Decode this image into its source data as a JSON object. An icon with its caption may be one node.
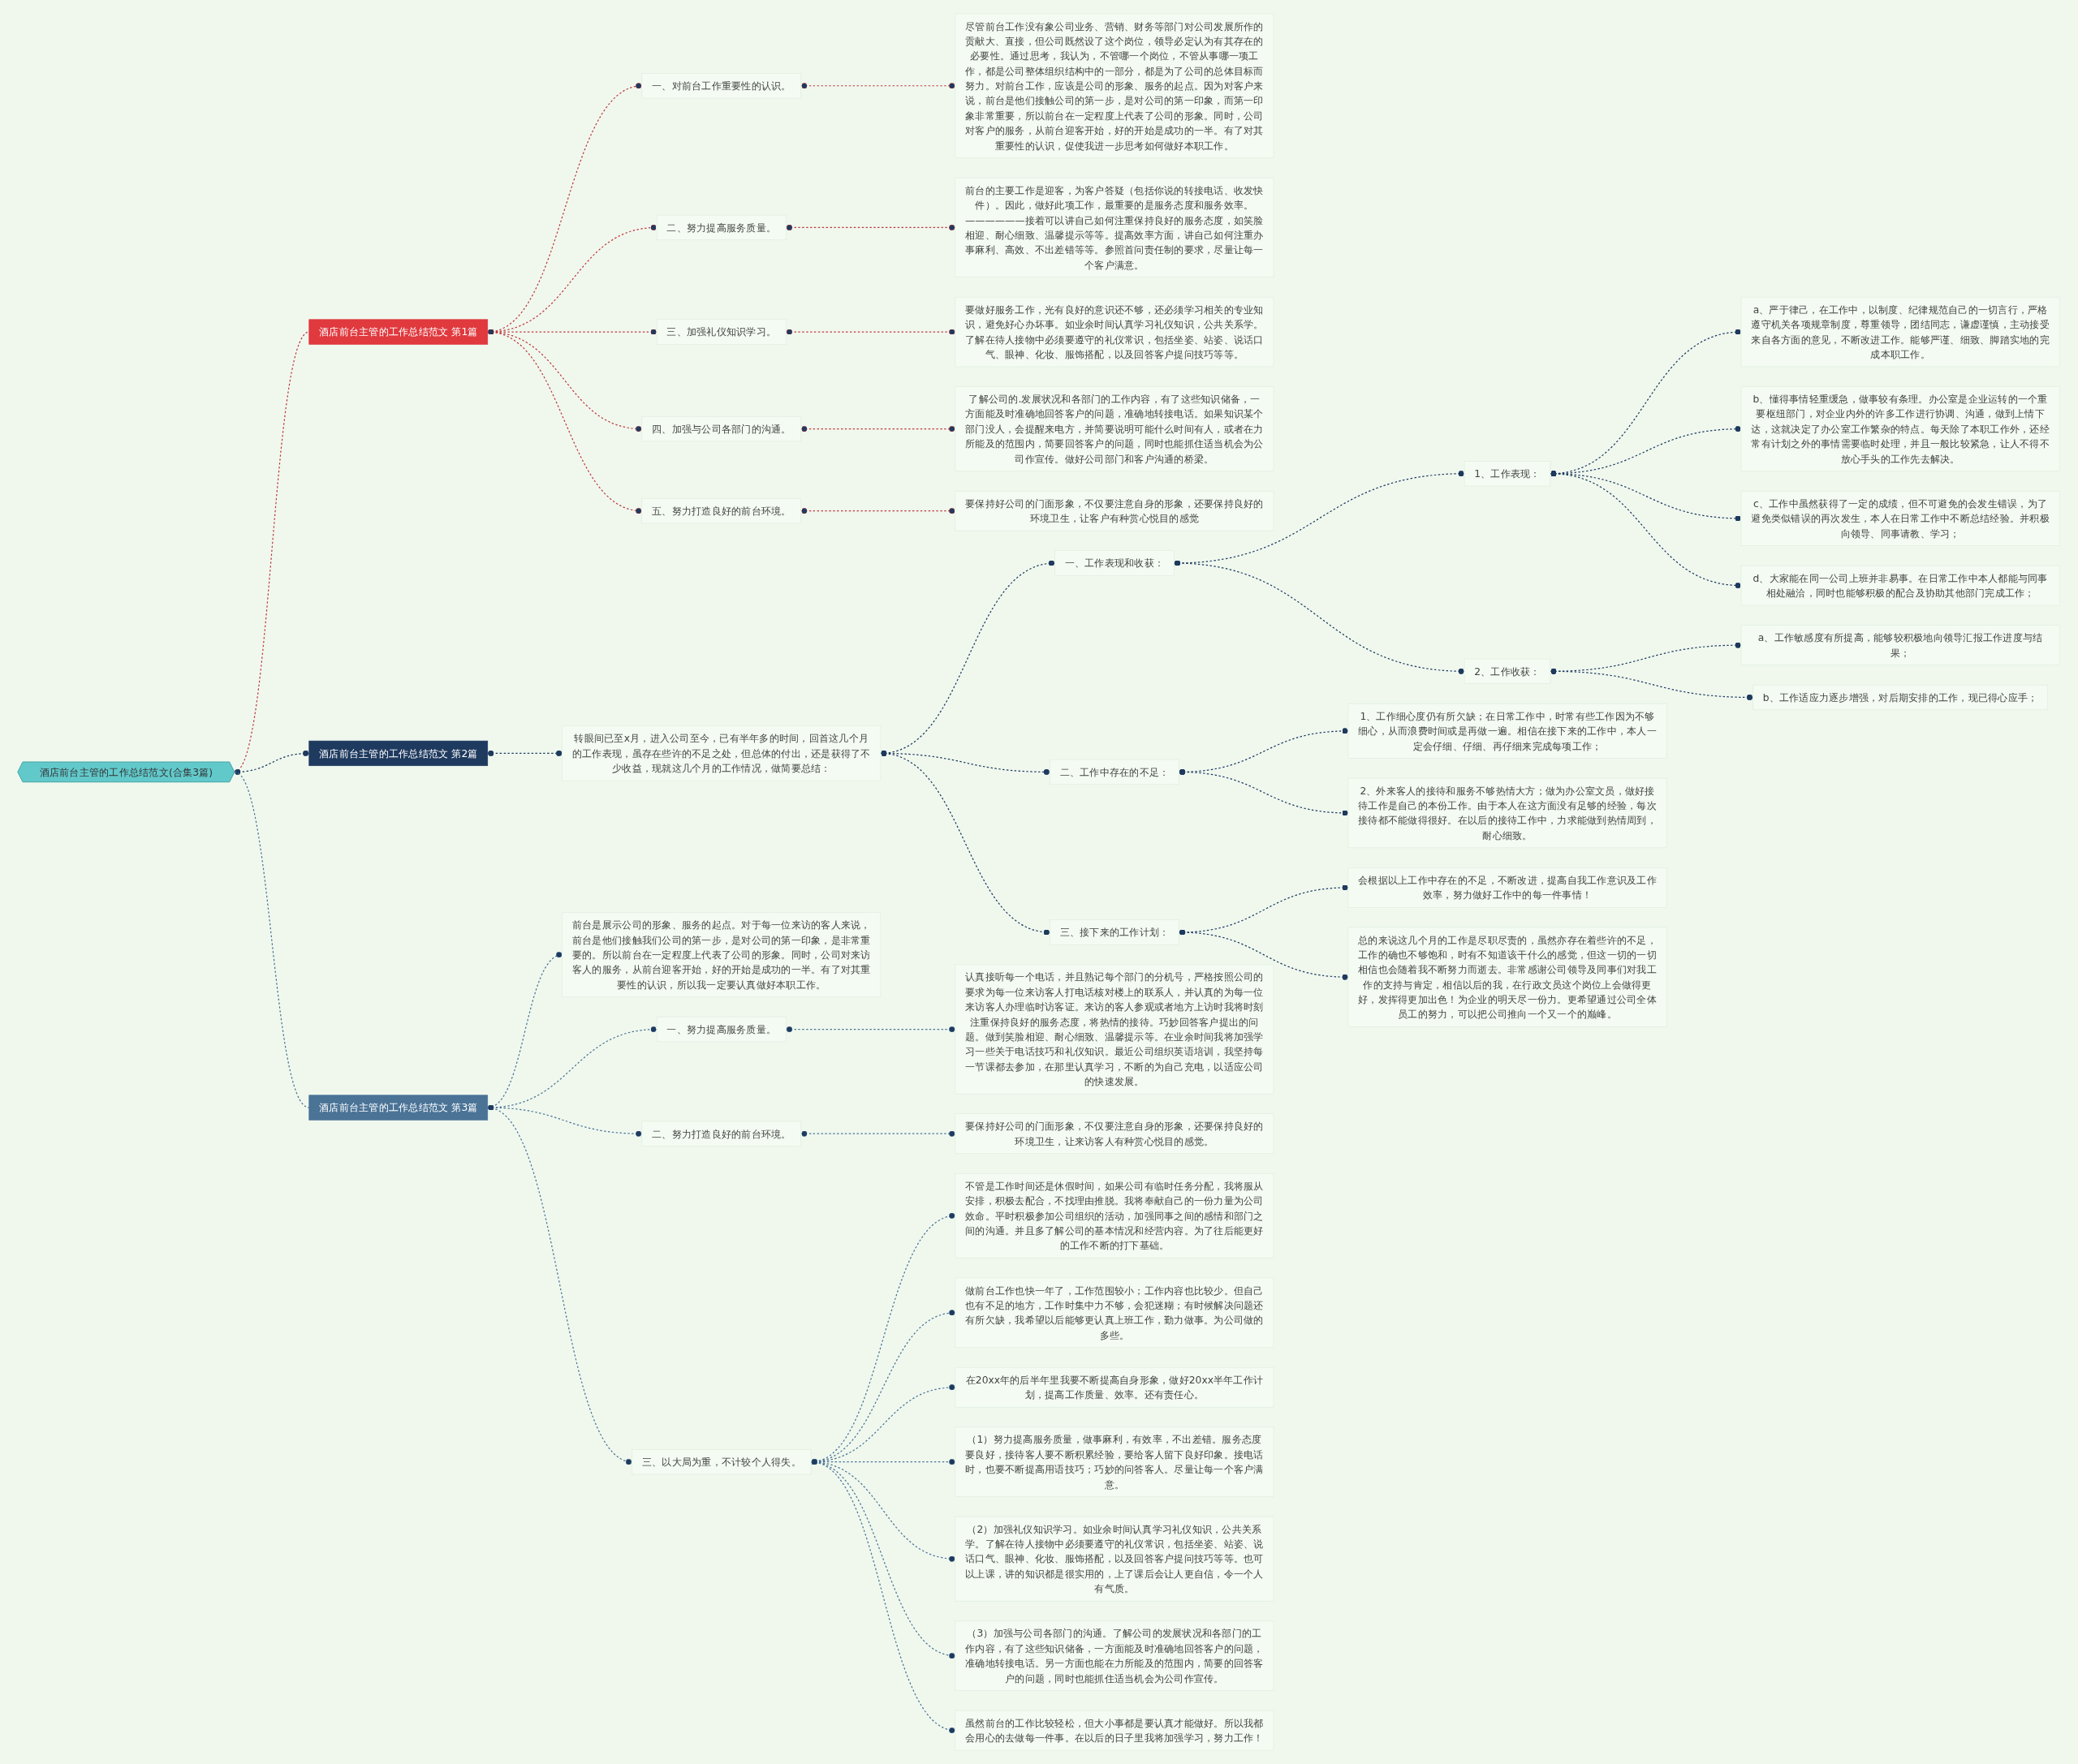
{
  "diagram": {
    "nodes": [
      {
        "text": [
          "酒店前台主管的工作总结范文(合集3篇)"
        ]
      },
      {
        "text": [
          "酒店前台主管的工作总结范文 第1篇"
        ]
      },
      {
        "text": [
          "一、对前台工作重要性的认识。"
        ]
      },
      {
        "text": [
          "尽管前台工作没有象公司业务、营销、财务等部门对公司发展所作的贡献大、直接，但公司既然设了这个岗位，领导必定认为有其存在的必要性。通过思考，我认为，不管哪一个岗位，不管从事哪一项工作，都是公司整体组织结构中的一部分，都是为了公司的总体目标而努力。对前台工作，应该是公司的形象、服务的起点。因为对客户来说，前台是他们接触公司的第一步，是对公司的第一印象，而第一印象非常重要，所以前台在一定程度上代表了公司的形象。同时，公司对客户的服务，从前台迎客开始，好的开始是成功的一半。有了对其重要性的认识，促使我进一步思考如何做好本职工作。"
        ]
      },
      {
        "text": [
          "二、努力提高服务质量。"
        ]
      },
      {
        "text": [
          "前台的主要工作是迎客，为客户答疑（包括你说的转接电话、收发快件）。因此，做好此项工作，最重要的是服务态度和服务效率。——————接着可以讲自己如何注重保持良好的服务态度，如笑脸相迎、耐心细致、温馨提示等等。提高效率方面，讲自己如何注重办事麻利、高效、不出差错等等。参照首问责任制的要求，尽量让每一个客户满意。"
        ]
      },
      {
        "text": [
          "三、加强礼仪知识学习。"
        ]
      },
      {
        "text": [
          "要做好服务工作，光有良好的意识还不够，还必须学习相关的专业知识，避免好心办坏事。如业余时间认真学习礼仪知识，公共关系学。了解在待人接物中必须要遵守的礼仪常识，包括坐姿、站姿、说话口气、眼神、化妆、服饰搭配，以及回答客户提问技巧等等。"
        ]
      },
      {
        "text": [
          "四、加强与公司各部门的沟通。"
        ]
      },
      {
        "text": [
          "了解公司的.发展状况和各部门的工作内容，有了这些知识储备，一方面能及时准确地回答客户的问题，准确地转接电话。如果知识某个部门没人，会提醒来电方，并简要说明可能什么时间有人，或者在力所能及的范围内，简要回答客户的问题，同时也能抓住适当机会为公司作宣传。做好公司部门和客户沟通的桥梁。"
        ]
      },
      {
        "text": [
          "五、努力打造良好的前台环境。"
        ]
      },
      {
        "text": [
          "要保持好公司的门面形象，不仅要注意自身的形象，还要保持良好的环境卫生，让客户有种赏心悦目的感觉"
        ]
      },
      {
        "text": [
          "酒店前台主管的工作总结范文 第2篇"
        ]
      },
      {
        "text": [
          "转眼间已至x月，进入公司至今，已有半年多的时间，回首这几个月的工作表现，虽存在些许的不足之处，但总体的付出，还是获得了不少收益，现就这几个月的工作情况，做简要总结："
        ]
      },
      {
        "text": [
          "一、工作表现和收获："
        ]
      },
      {
        "text": [
          "1、工作表现："
        ]
      },
      {
        "text": [
          "a、严于律己，在工作中，以制度、纪律规范自己的一切言行，严格遵守机关各项规章制度，尊重领导，团结同志，谦虚谨慎，主动接受来自各方面的意见，不断改进工作。能够严谨、细致、脚踏实地的完成本职工作。"
        ]
      },
      {
        "text": [
          "b、懂得事情轻重缓急，做事较有条理。办公室是企业运转的一个重要枢纽部门，对企业内外的许多工作进行协调、沟通，做到上情下达，这就决定了办公室工作繁杂的特点。每天除了本职工作外，还经常有计划之外的事情需要临时处理，并且一般比较紧急，让人不得不放心手头的工作先去解决。"
        ]
      },
      {
        "text": [
          "c、工作中虽然获得了一定的成绩，但不可避免的会发生错误，为了避免类似错误的再次发生，本人在日常工作中不断总结经验。并积极向领导、同事请教、学习；"
        ]
      },
      {
        "text": [
          "d、大家能在同一公司上班并非易事。在日常工作中本人都能与同事相处融洽，同时也能够积极的配合及协助其他部门完成工作；"
        ]
      },
      {
        "text": [
          "2、工作收获："
        ]
      },
      {
        "text": [
          "a、工作敏感度有所提高，能够较积极地向领导汇报工作进度与结果；"
        ]
      },
      {
        "text": [
          "b、工作适应力逐步增强，对后期安排的工作，现已得心应手；"
        ]
      },
      {
        "text": [
          "二、工作中存在的不足："
        ]
      },
      {
        "text": [
          "1、工作细心度仍有所欠缺；在日常工作中，时常有些工作因为不够细心，从而浪费时间或是再做一遍。相信在接下来的工作中，本人一定会仔细、仔细、再仔细来完成每项工作；"
        ]
      },
      {
        "text": [
          "2、外来客人的接待和服务不够热情大方；做为办公室文员，做好接待工作是自己的本份工作。由于本人在这方面没有足够的经验，每次接待都不能做得很好。在以后的接待工作中，力求能做到热情周到，耐心细致。"
        ]
      },
      {
        "text": [
          "三、接下来的工作计划："
        ]
      },
      {
        "text": [
          "会根据以上工作中存在的不足，不断改进，提高自我工作意识及工作效率，努力做好工作中的每一件事情！"
        ]
      },
      {
        "text": [
          "总的来说这几个月的工作是尽职尽责的，虽然亦存在着些许的不足，工作的确也不够饱和，时有不知道该干什么的感觉，但这一切的一切相信也会随着我不断努力而逝去。非常感谢公司领导及同事们对我工作的支持与肯定，相信以后的我，在行政文员这个岗位上会做得更好，发挥得更加出色！为企业的明天尽一份力。更希望通过公司全体员工的努力，可以把公司推向一个又一个的巅峰。"
        ]
      },
      {
        "text": [
          "酒店前台主管的工作总结范文 第3篇"
        ]
      },
      {
        "text": [
          "前台是展示公司的形象、服务的起点。对于每一位来访的客人来说，前台是他们接触我们公司的第一步，是对公司的第一印象，是非常重要的。所以前台在一定程度上代表了公司的形象。同时，公司对来访客人的服务，从前台迎客开始，好的开始是成功的一半。有了对其重要性的认识，所以我一定要认真做好本职工作。"
        ]
      },
      {
        "text": [
          "一、努力提高服务质量。"
        ]
      },
      {
        "text": [
          "认真接听每一个电话，并且熟记每个部门的分机号，严格按照公司的要求为每一位来访客人打电话核对楼上的联系人，并认真的为每一位来访客人办理临时访客证。来访的客人参观或者地方上访时我将时刻注重保持良好的服务态度，将热情的接待。巧妙回答客户提出的问题。做到笑脸相迎、耐心细致、温馨提示等。在业余时间我将加强学习一些关于电话技巧和礼仪知识。最近公司组织英语培训，我坚持每一节课都去参加，在那里认真学习，不断的为自己充电，以适应公司的快速发展。"
        ]
      },
      {
        "text": [
          "二、努力打造良好的前台环境。"
        ]
      },
      {
        "text": [
          "要保持好公司的门面形象，不仅要注意自身的形象，还要保持良好的环境卫生，让来访客人有种赏心悦目的感觉。"
        ]
      },
      {
        "text": [
          "三、以大局为重，不计较个人得失。"
        ]
      },
      {
        "text": [
          "不管是工作时间还是休假时间，如果公司有临时任务分配，我将服从安排，积极去配合，不找理由推脱。我将奉献自己的一份力量为公司效命。平时积极参加公司组织的活动，加强同事之间的感情和部门之间的沟通。并且多了解公司的基本情况和经营内容。为了往后能更好的工作不断的打下基础。"
        ]
      },
      {
        "text": [
          "做前台工作也快一年了，工作范围较小；工作内容也比较少。但自己也有不足的地方，工作时集中力不够，会犯迷糊；有时候解决问题还有所欠缺，我希望以后能够更认真上班工作，勤力做事。为公司做的多些。"
        ]
      },
      {
        "text": [
          "在20xx年的后半年里我要不断提高自身形象，做好20xx半年工作计划，提高工作质量、效率。还有责任心。"
        ]
      },
      {
        "text": [
          "（1）努力提高服务质量，做事麻利，有效率，不出差错。服务态度要良好，接待客人要不断积累经验，要给客人留下良好印象。接电话时，也要不断提高用语技巧；巧妙的问答客人。尽量让每一个客户满意。"
        ]
      },
      {
        "text": [
          "（2）加强礼仪知识学习。如业余时间认真学习礼仪知识，公共关系学。了解在待人接物中必须要遵守的礼仪常识，包括坐姿、站姿、说话口气、眼神、化妆、服饰搭配，以及回答客户提问技巧等等。也可以上课，讲的知识都是很实用的，上了课后会让人更自信，令一个人有气质。"
        ]
      },
      {
        "text": [
          "（3）加强与公司各部门的沟通。了解公司的发展状况和各部门的工作内容，有了这些知识储备，一方面能及时准确地回答客户的问题，准确地转接电话。另一方面也能在力所能及的范围内，简要的回答客户的问题，同时也能抓住适当机会为公司作宣传。"
        ]
      },
      {
        "text": [
          "虽然前台的工作比较轻松，但大小事都是要认真才能做好。所以我都会用心的去做每一件事。在以后的日子里我将加强学习，努力工作！"
        ]
      }
    ],
    "edges": [
      {
        "from": 0,
        "to": 1,
        "arrow": "none",
        "style": "dashed",
        "color": "#c0393e"
      },
      {
        "from": 1,
        "to": 2,
        "arrow": "other",
        "style": "dashed",
        "color": "#c0393e"
      },
      {
        "from": 2,
        "to": 3,
        "arrow": "other",
        "style": "dashed",
        "color": "#c0393e"
      },
      {
        "from": 1,
        "to": 4,
        "arrow": "other",
        "style": "dashed",
        "color": "#c0393e"
      },
      {
        "from": 4,
        "to": 5,
        "arrow": "other",
        "style": "dashed",
        "color": "#c0393e"
      },
      {
        "from": 1,
        "to": 6,
        "arrow": "other",
        "style": "dashed",
        "color": "#c0393e"
      },
      {
        "from": 6,
        "to": 7,
        "arrow": "other",
        "style": "dashed",
        "color": "#c0393e"
      },
      {
        "from": 1,
        "to": 8,
        "arrow": "other",
        "style": "dashed",
        "color": "#c0393e"
      },
      {
        "from": 8,
        "to": 9,
        "arrow": "other",
        "style": "dashed",
        "color": "#c0393e"
      },
      {
        "from": 1,
        "to": 10,
        "arrow": "other",
        "style": "dashed",
        "color": "#c0393e"
      },
      {
        "from": 10,
        "to": 11,
        "arrow": "other",
        "style": "dashed",
        "color": "#c0393e"
      },
      {
        "from": 0,
        "to": 12,
        "arrow": "other",
        "style": "dashed"
      },
      {
        "from": 12,
        "to": 13,
        "arrow": "other",
        "style": "dashed"
      },
      {
        "from": 13,
        "to": 14,
        "arrow": "other",
        "style": "dashed"
      },
      {
        "from": 14,
        "to": 15,
        "arrow": "other",
        "style": "dashed"
      },
      {
        "from": 15,
        "to": 16,
        "arrow": "other",
        "style": "dashed"
      },
      {
        "from": 15,
        "to": 17,
        "arrow": "other",
        "style": "dashed"
      },
      {
        "from": 15,
        "to": 18,
        "arrow": "other",
        "style": "dashed"
      },
      {
        "from": 15,
        "to": 19,
        "arrow": "other",
        "style": "dashed"
      },
      {
        "from": 14,
        "to": 20,
        "arrow": "other",
        "style": "dashed"
      },
      {
        "from": 20,
        "to": 21,
        "arrow": "other",
        "style": "dashed"
      },
      {
        "from": 20,
        "to": 22,
        "arrow": "other",
        "style": "dashed"
      },
      {
        "from": 13,
        "to": 23,
        "arrow": "other",
        "style": "dashed"
      },
      {
        "from": 23,
        "to": 24,
        "arrow": "other",
        "style": "dashed"
      },
      {
        "from": 23,
        "to": 25,
        "arrow": "other",
        "style": "dashed"
      },
      {
        "from": 13,
        "to": 26,
        "arrow": "other",
        "style": "dashed"
      },
      {
        "from": 26,
        "to": 27,
        "arrow": "other",
        "style": "dashed"
      },
      {
        "from": 26,
        "to": 28,
        "arrow": "other",
        "style": "dashed"
      },
      {
        "from": 0,
        "to": 29,
        "arrow": "none",
        "style": "dashed",
        "color": "#4a7396"
      },
      {
        "from": 29,
        "to": 30,
        "arrow": "other",
        "style": "dashed",
        "color": "#4a7396"
      },
      {
        "from": 29,
        "to": 31,
        "arrow": "other",
        "style": "dashed",
        "color": "#4a7396"
      },
      {
        "from": 31,
        "to": 32,
        "arrow": "other",
        "style": "dashed",
        "color": "#4a7396"
      },
      {
        "from": 29,
        "to": 33,
        "arrow": "other",
        "style": "dashed",
        "color": "#4a7396"
      },
      {
        "from": 33,
        "to": 34,
        "arrow": "other",
        "style": "dashed",
        "color": "#4a7396"
      },
      {
        "from": 29,
        "to": 35,
        "arrow": "other",
        "style": "dashed",
        "color": "#4a7396"
      },
      {
        "from": 35,
        "to": 36,
        "arrow": "other",
        "style": "dashed",
        "color": "#4a7396"
      },
      {
        "from": 35,
        "to": 37,
        "arrow": "other",
        "style": "dashed",
        "color": "#4a7396"
      },
      {
        "from": 35,
        "to": 38,
        "arrow": "other",
        "style": "dashed",
        "color": "#4a7396"
      },
      {
        "from": 35,
        "to": 39,
        "arrow": "other",
        "style": "dashed",
        "color": "#4a7396"
      },
      {
        "from": 35,
        "to": 40,
        "arrow": "other",
        "style": "dashed",
        "color": "#4a7396"
      },
      {
        "from": 35,
        "to": 41,
        "arrow": "other",
        "style": "dashed",
        "color": "#4a7396"
      },
      {
        "from": 35,
        "to": 42,
        "arrow": "other",
        "style": "dashed",
        "color": "#4a7396"
      }
    ]
  }
}
